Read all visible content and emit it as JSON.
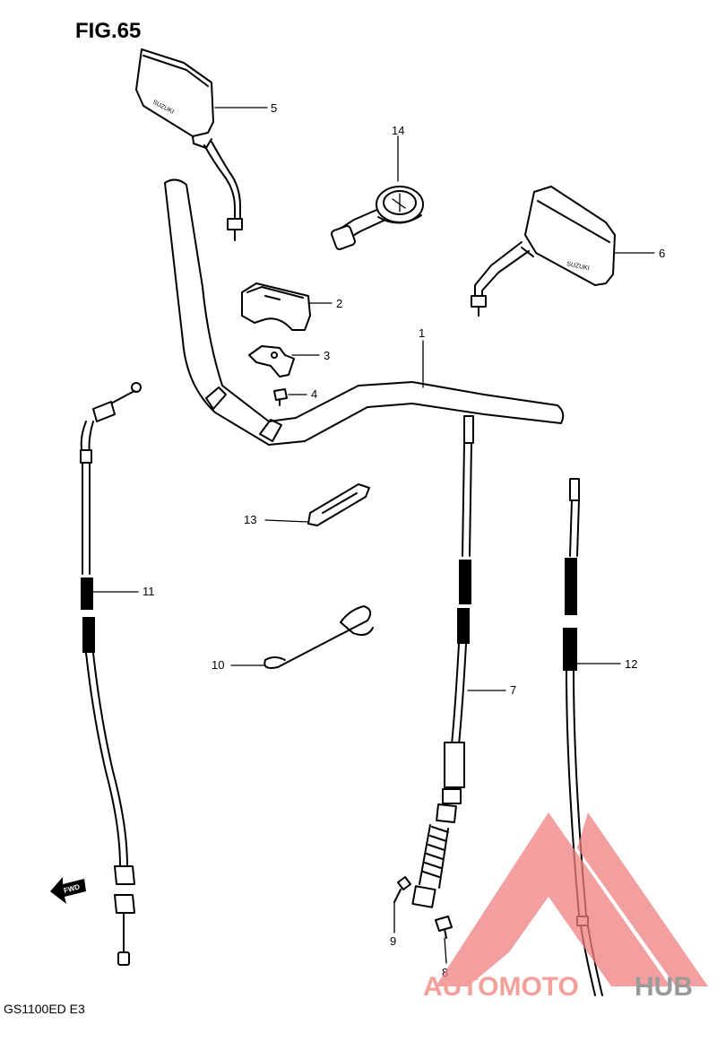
{
  "figure": {
    "title": "FIG.65",
    "model_code": "GS1100ED E3"
  },
  "callouts": [
    {
      "id": "1",
      "label": "1"
    },
    {
      "id": "2",
      "label": "2"
    },
    {
      "id": "3",
      "label": "3"
    },
    {
      "id": "4",
      "label": "4"
    },
    {
      "id": "5",
      "label": "5"
    },
    {
      "id": "6",
      "label": "6"
    },
    {
      "id": "7",
      "label": "7"
    },
    {
      "id": "8",
      "label": "8"
    },
    {
      "id": "9",
      "label": "9"
    },
    {
      "id": "10",
      "label": "10"
    },
    {
      "id": "11",
      "label": "11"
    },
    {
      "id": "12",
      "label": "12"
    },
    {
      "id": "13",
      "label": "13"
    },
    {
      "id": "14",
      "label": "14"
    }
  ],
  "fwd_arrow": {
    "label": "FWD"
  },
  "watermark": {
    "part1": "AUTOMOTO",
    "part2": "HUB",
    "color_primary": "#f4a09a",
    "color_secondary": "#9a9a9a",
    "color_triangle": "#f08080"
  }
}
